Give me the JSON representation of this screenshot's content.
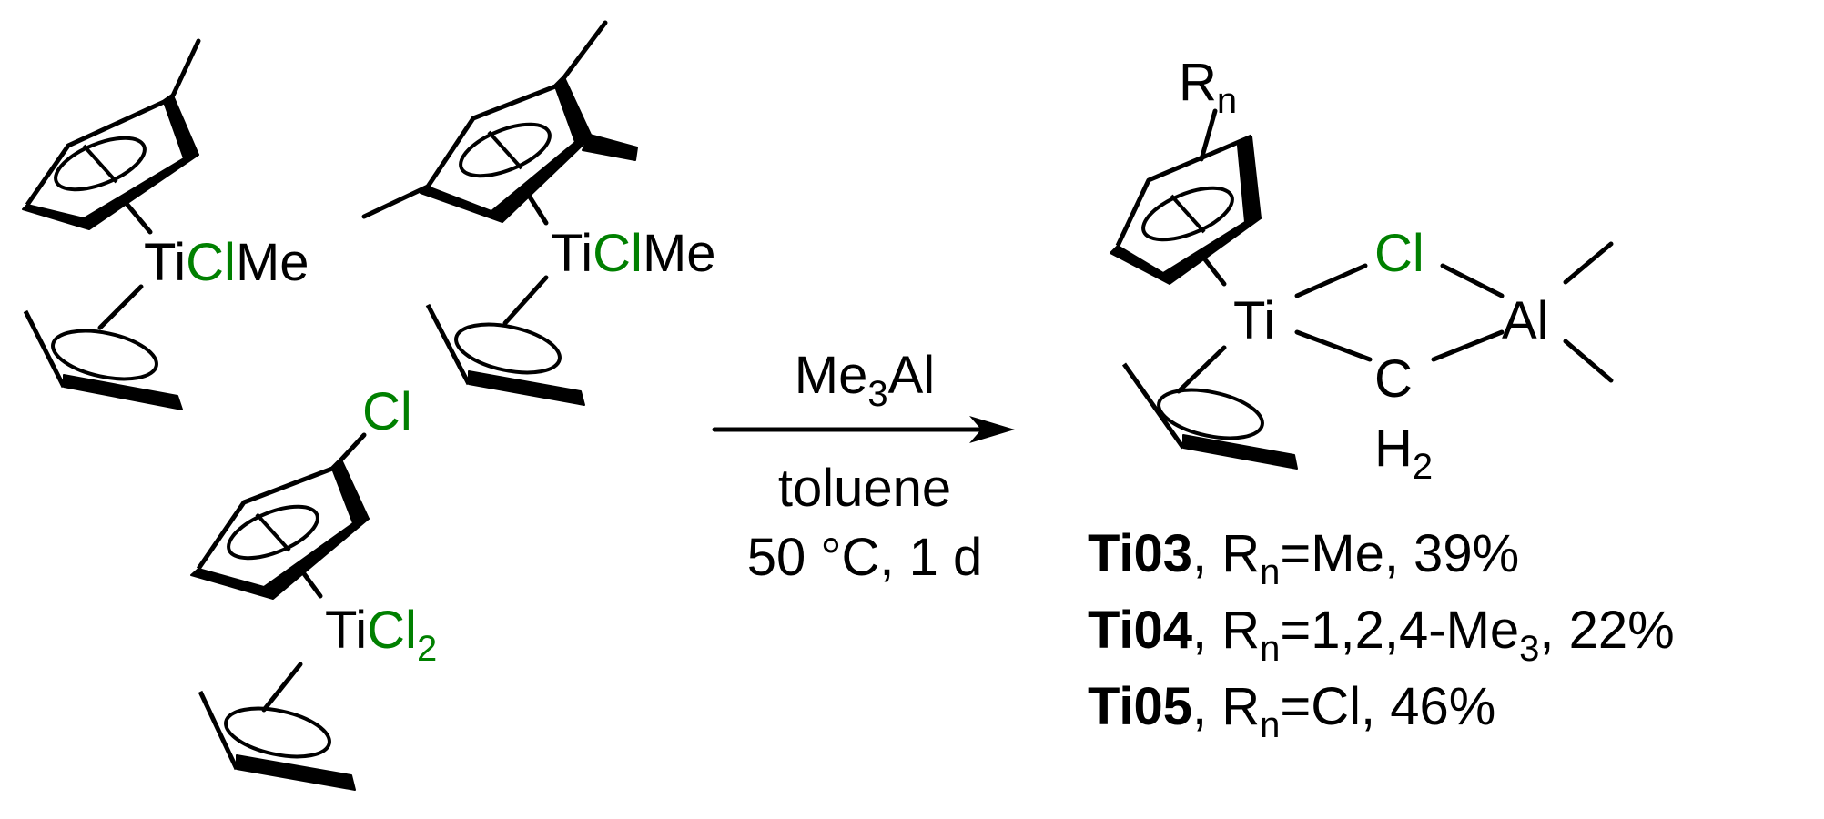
{
  "reactant_1": {
    "ti": "Ti",
    "cl": "Cl",
    "me": "Me"
  },
  "reactant_2": {
    "ti": "Ti",
    "cl": "Cl",
    "me": "Me"
  },
  "reactant_3": {
    "cl_sub": "Cl",
    "ti": "Ti",
    "cl": "Cl",
    "cl_count": "2"
  },
  "conditions": {
    "reagent_prefix": "Me",
    "reagent_sub": "3",
    "reagent_suffix": "Al",
    "solvent": "toluene",
    "temp_time": "50 °C, 1 d"
  },
  "product": {
    "r": "R",
    "r_sub": "n",
    "ti": "Ti",
    "cl": "Cl",
    "al": "Al",
    "c": "C",
    "h": "H",
    "h_sub": "2"
  },
  "compounds": [
    {
      "id": "Ti03",
      "r": "R",
      "r_sub": "n",
      "rest": "=Me, 39%"
    },
    {
      "id": "Ti04",
      "r": "R",
      "r_sub": "n",
      "rest": "=1,2,4-Me",
      "rest_sub": "3",
      "tail": ", 22%"
    },
    {
      "id": "Ti05",
      "r": "R",
      "r_sub": "n",
      "rest": "=Cl, 46%"
    }
  ],
  "colors": {
    "chlorine": "#008000",
    "ink": "#000000"
  }
}
